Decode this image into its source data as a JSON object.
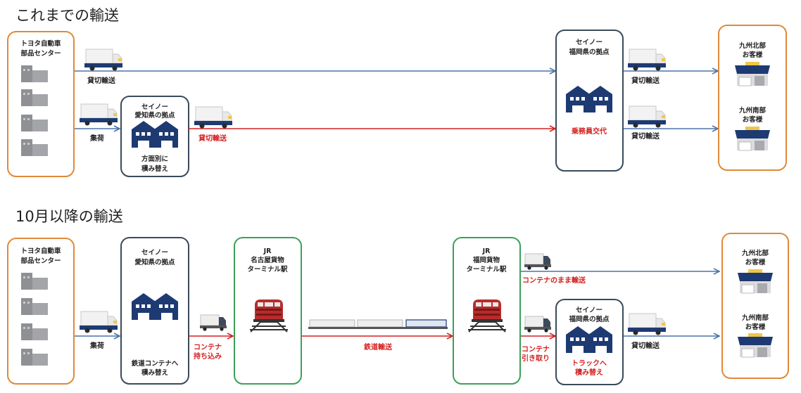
{
  "colors": {
    "orange_border": "#e0893a",
    "dark_border": "#3a4a5a",
    "green_border": "#3ca05a",
    "blue_line": "#4a73a8",
    "red_line": "#d42020",
    "navy": "#1e3a73",
    "gray_building": "#8f9094",
    "yellow_roof": "#f0c64a"
  },
  "before": {
    "title": "これまでの輸送",
    "toyota": [
      "トヨタ自動車",
      "部品センター"
    ],
    "seino_aichi": [
      "セイノー",
      "愛知県の拠点"
    ],
    "seino_aichi_note": [
      "方面別に",
      "積み替え"
    ],
    "seino_fukuoka": [
      "セイノー",
      "福岡県の拠点"
    ],
    "crew_change": "乗務員交代",
    "north_customer": [
      "九州北部",
      "お客様"
    ],
    "south_customer": [
      "九州南部",
      "お客様"
    ],
    "label_charter_top": "貸切輸送",
    "label_pickup": "集荷",
    "label_charter_red": "貸切輸送",
    "label_charter_out_north": "貸切輸送",
    "label_charter_out_south": "貸切輸送"
  },
  "after": {
    "title": "10月以降の輸送",
    "toyota": [
      "トヨタ自動車",
      "部品センター"
    ],
    "seino_aichi": [
      "セイノー",
      "愛知県の拠点"
    ],
    "seino_aichi_note": [
      "鉄道コンテナへ",
      "積み替え"
    ],
    "jr_nagoya": [
      "JR",
      "名古屋貨物",
      "ターミナル駅"
    ],
    "jr_fukuoka": [
      "JR",
      "福岡貨物",
      "ターミナル駅"
    ],
    "seino_fukuoka": [
      "セイノー",
      "福岡県の拠点"
    ],
    "seino_fukuoka_note": [
      "トラックへ",
      "積み替え"
    ],
    "north_customer": [
      "九州北部",
      "お客様"
    ],
    "south_customer": [
      "九州南部",
      "お客様"
    ],
    "label_pickup": "集荷",
    "label_container_in": [
      "コンテナ",
      "持ち込み"
    ],
    "label_rail": "鉄道輸送",
    "label_container_direct": "コンテナのまま輸送",
    "label_container_out": [
      "コンテナ",
      "引き取り"
    ],
    "label_charter_out": "貸切輸送"
  }
}
